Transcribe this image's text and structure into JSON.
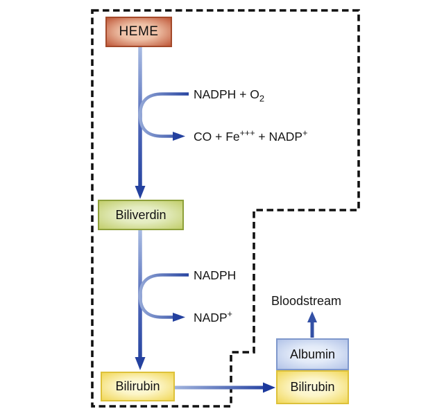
{
  "diagram": {
    "subject": "Heme degradation pathway",
    "boundary": "dashed cell outline",
    "dash_color": "#111111"
  },
  "nodes": {
    "heme": {
      "label": "HEME",
      "border": "#a3492a",
      "fill_edge": "#bf5738",
      "fill_center": "#f4cab2"
    },
    "biliverdin": {
      "label": "Biliverdin",
      "border": "#8da03a",
      "fill_edge": "#c1cd6a",
      "fill_center": "#eef3d2"
    },
    "bilirubin_free": {
      "label": "Bilirubin",
      "border": "#ddc13a",
      "fill_edge": "#f1d757",
      "fill_center": "#fefbe2"
    },
    "albumin": {
      "label": "Albumin",
      "border": "#7e97cb",
      "fill_edge": "#b2c3e8",
      "fill_center": "#eff3fb"
    },
    "bilirubin_bound": {
      "label": "Bilirubin",
      "border": "#ddc13a",
      "fill_edge": "#f1d757",
      "fill_center": "#fefbe2"
    }
  },
  "labels": {
    "bloodstream": "Bloodstream",
    "reaction1_in": {
      "main": "NADPH + O",
      "sub": "2"
    },
    "reaction1_out": {
      "p1": "CO + Fe",
      "sup1": "+++",
      "p2": " + NADP",
      "sup2": "+"
    },
    "reaction2_in": "NADPH",
    "reaction2_out": {
      "main": "NADP",
      "sup": "+"
    }
  },
  "arrows": {
    "color_dark": "#24419f",
    "color_light": "#a8bbe2",
    "heme_to_biliverdin": "vertical gradient arrow",
    "biliverdin_to_bilirubin": "vertical gradient arrow",
    "bilirubin_to_bound": "horizontal gradient arrow",
    "albumin_to_bloodstream": "vertical arrow up",
    "cofactor_loops": 2
  }
}
